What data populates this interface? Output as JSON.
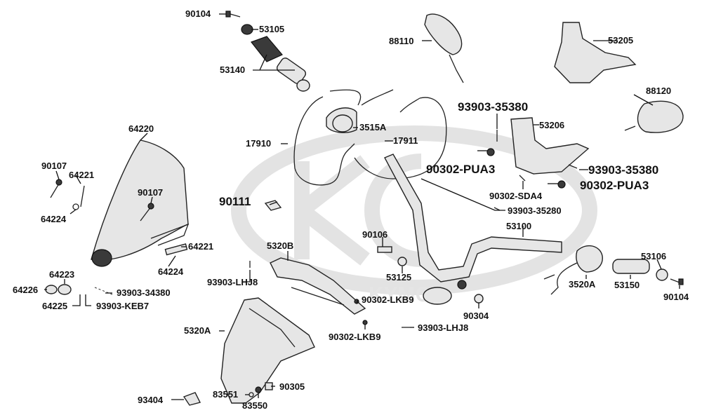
{
  "watermark": {
    "brand": "KYMCO"
  },
  "labels": {
    "p90104_top": "90104",
    "p53105": "53105",
    "p53140": "53140",
    "p88110": "88110",
    "p53205": "53205",
    "p88120": "88120",
    "p93903_35380_a": "93903-35380",
    "p53206": "53206",
    "p3515A": "3515A",
    "p17910": "17910",
    "p17911": "17911",
    "p64220": "64220",
    "p90107_a": "90107",
    "p64221_a": "64221",
    "p64224_a": "64224",
    "p90107_b": "90107",
    "p90302_PUA3_a": "90302-PUA3",
    "p93903_35380_b": "93903-35380",
    "p90302_SDA4": "90302-SDA4",
    "p90302_PUA3_b": "90302-PUA3",
    "p90111": "90111",
    "p93903_35280": "93903-35280",
    "p53100": "53100",
    "p90106": "90106",
    "p5320B": "5320B",
    "p64221_b": "64221",
    "p64224_b": "64224",
    "p53106": "53106",
    "p64223": "64223",
    "p64226": "64226",
    "p93903_34380": "93903-34380",
    "p93903_LHJ8_a": "93903-LHJ8",
    "p53125": "53125",
    "p3520A": "3520A",
    "p53150": "53150",
    "p90104_right": "90104",
    "p64225": "64225",
    "p93903_KEB7": "93903-KEB7",
    "p90302_LKB9_a": "90302-LKB9",
    "p90304": "90304",
    "p5320A": "5320A",
    "p93903_LHJ8_b": "93903-LHJ8",
    "p90302_LKB9_b": "90302-LKB9",
    "p90305": "90305",
    "p93404": "93404",
    "p83551": "83551",
    "p83550": "83550"
  }
}
